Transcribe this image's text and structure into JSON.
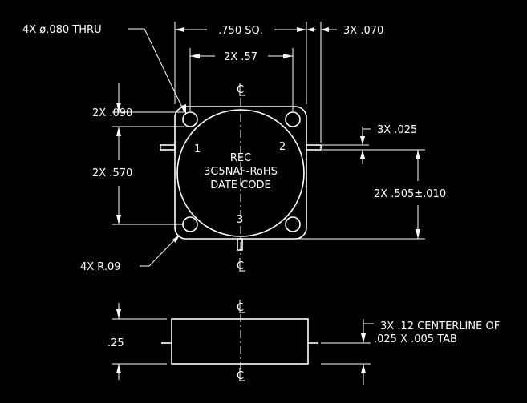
{
  "annotations": {
    "hole_callout": "4X ø.080 THRU",
    "overall_square": ".750 SQ.",
    "tab_width": "3X .070",
    "hole_spacing_x": "2X .57",
    "hole_diameter": "2X .090",
    "hole_spacing_y": "2X .570",
    "corner_radius": "4X R.09",
    "tab_thickness": "3X .025",
    "tab_offset": "2X .505±.010",
    "height": ".25",
    "tab_note_line1": "3X .12 CENTERLINE OF",
    "tab_note_line2": ".025 X .005 TAB"
  },
  "part_marking": {
    "line1": "REC",
    "line2": "3G5NAF-RoHS",
    "line3": "DATE CODE"
  },
  "ports": {
    "port1": "1",
    "port2": "2",
    "port3": "3"
  },
  "centerline_symbol": "CL"
}
